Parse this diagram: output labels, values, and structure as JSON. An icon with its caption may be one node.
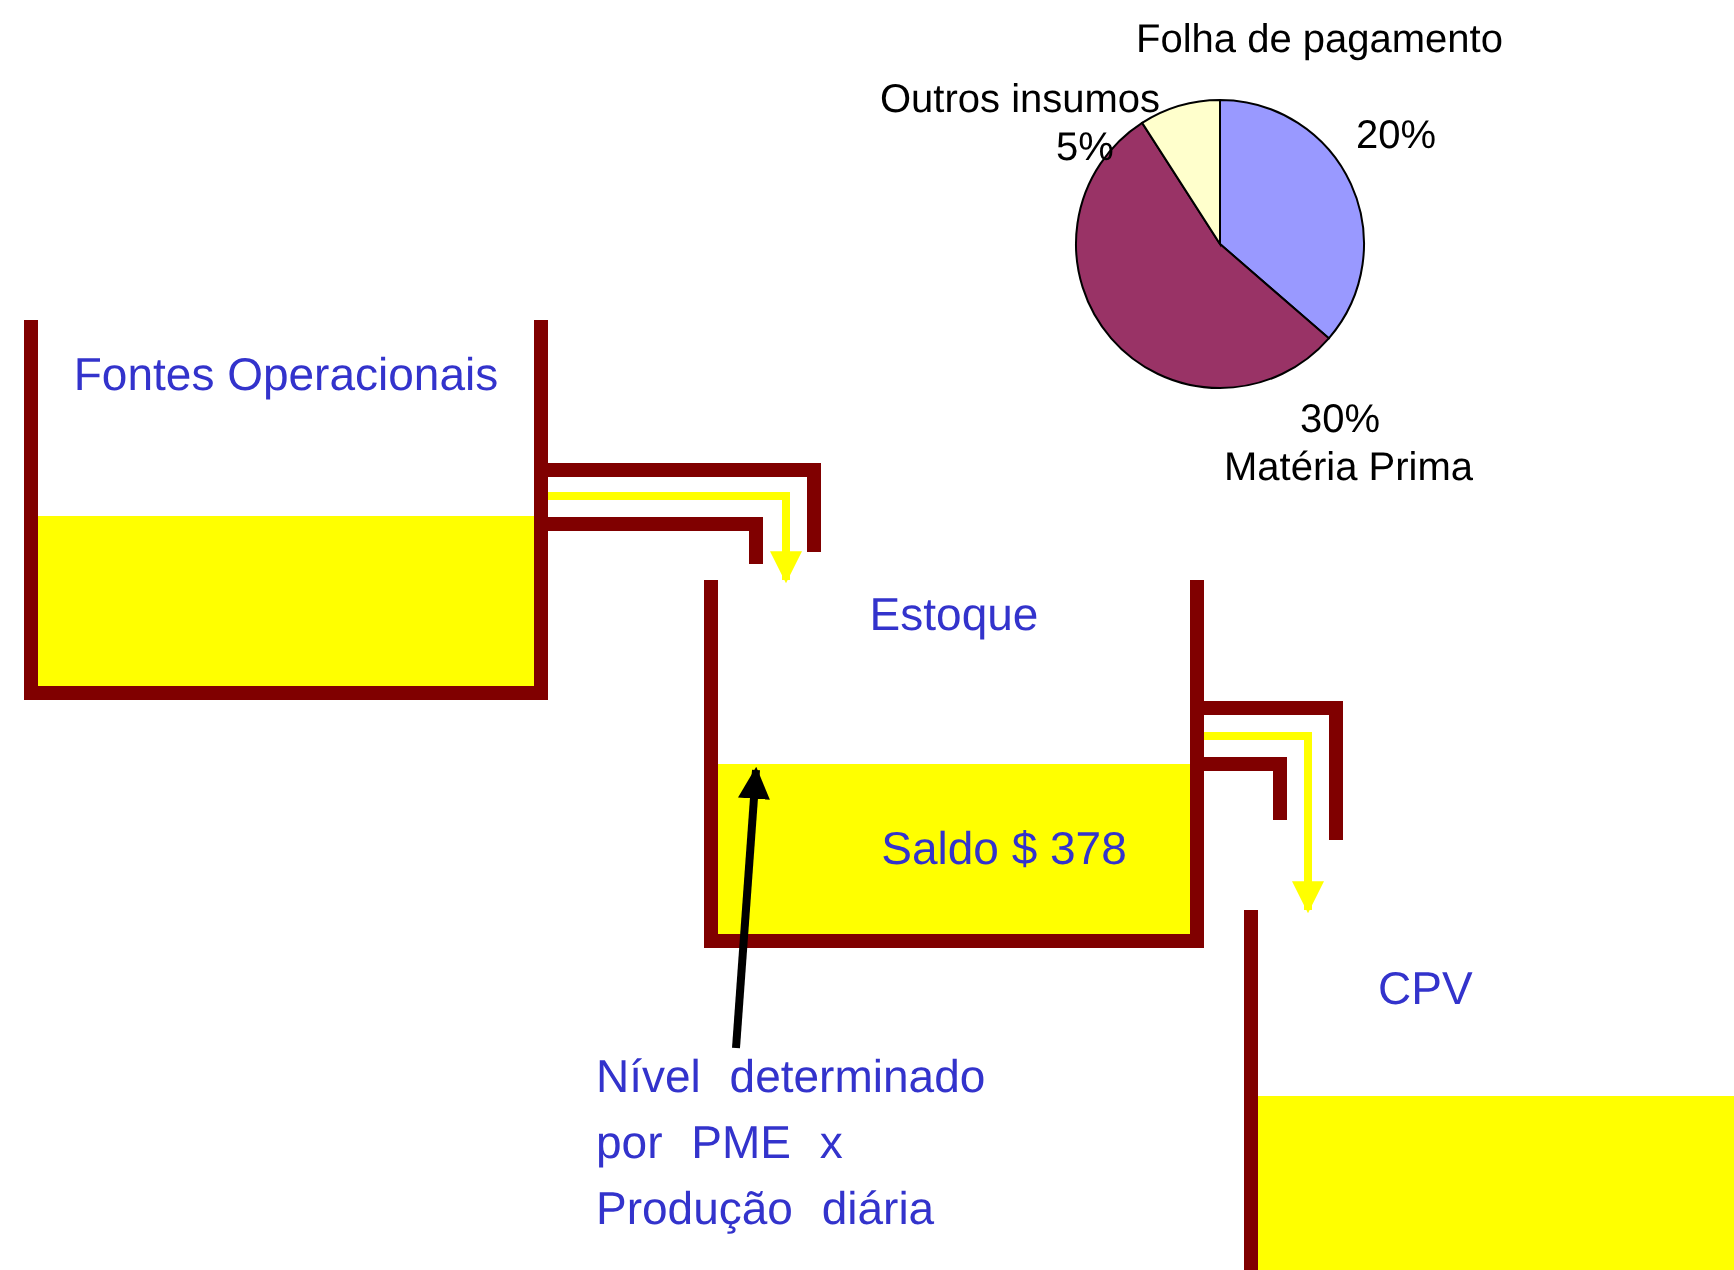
{
  "diagram": {
    "nodes": [
      {
        "text": [
          "Fontes Operacionais"
        ]
      },
      {
        "text": [
          "Estoque"
        ]
      },
      {
        "text": [
          "Saldo $ 378"
        ],
        "in": 1
      },
      {
        "text": [
          "CPV"
        ]
      },
      {
        "text": [
          "Nível determinado por PME x Produção diária"
        ]
      }
    ],
    "edges": [
      {
        "from": 0,
        "to": 1,
        "arrow": "to",
        "color": "#ffff00"
      },
      {
        "from": 1,
        "to": 3,
        "arrow": "to",
        "color": "#ffff00"
      },
      {
        "from": 4,
        "to": 2,
        "arrow": "to",
        "color": "#000000"
      }
    ],
    "chart_data": {
      "type": "pie",
      "categories": [
        "Folha de pagamento",
        "Matéria Prima",
        "Outros insumos"
      ],
      "values": [
        20,
        30,
        5
      ],
      "data_labels": true,
      "value_labels": [
        "20%",
        "30%",
        "5%"
      ]
    }
  }
}
